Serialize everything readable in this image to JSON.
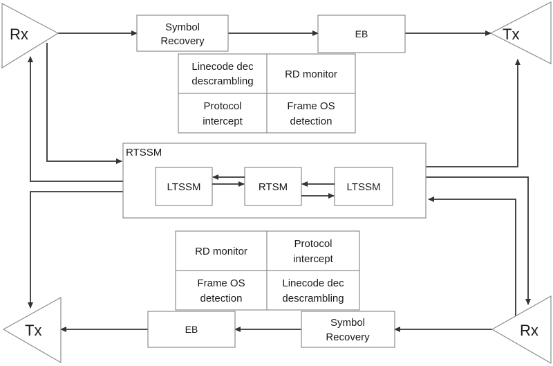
{
  "ports": {
    "rx_top": "Rx",
    "tx_top": "Tx",
    "tx_bottom": "Tx",
    "rx_bottom": "Rx"
  },
  "top_path": {
    "symbol_recovery": [
      "Symbol",
      "Recovery"
    ],
    "eb": "EB",
    "linecode": [
      "Linecode dec",
      "descrambling"
    ],
    "rd_monitor": "RD monitor",
    "protocol_intercept": [
      "Protocol",
      "intercept"
    ],
    "frame_os": [
      "Frame OS",
      "detection"
    ]
  },
  "rtssm": {
    "title": "RTSSM",
    "ltssm_left": "LTSSM",
    "rtsm": "RTSM",
    "ltssm_right": "LTSSM"
  },
  "bottom_path": {
    "rd_monitor": "RD monitor",
    "protocol_intercept": [
      "Protocol",
      "intercept"
    ],
    "frame_os": [
      "Frame OS",
      "detection"
    ],
    "linecode": [
      "Linecode dec",
      "descrambling"
    ],
    "eb": "EB",
    "symbol_recovery": [
      "Symbol",
      "Recovery"
    ]
  }
}
